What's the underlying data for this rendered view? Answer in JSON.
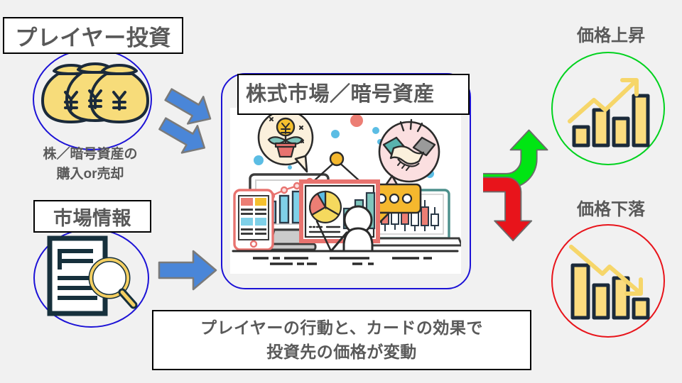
{
  "diagram": {
    "title_boxes": {
      "player_investment": "プレイヤー投資",
      "market_information": "市場情報",
      "central_market": "株式市場／暗号資産"
    },
    "labels": {
      "buy_or_sell_line1": "株／暗号資産の",
      "buy_or_sell_line2_pre": "購入",
      "buy_or_sell_line2_em": "or",
      "buy_or_sell_line2_post": "売却",
      "price_up": "価格上昇",
      "price_down": "価格下落"
    },
    "caption": {
      "line1": "プレイヤーの行動と、カードの効果で",
      "line2": "投資先の価格が変動"
    },
    "icons": {
      "money_bags": "money-bag-icon",
      "document_search": "document-magnifier-icon",
      "market_illustration": "stock-market-illustration",
      "chart_up": "bar-chart-rising-icon",
      "chart_down": "bar-chart-falling-icon",
      "arrow_double_blue": "double-blue-arrow-icon",
      "arrow_blue": "blue-arrow-icon",
      "arrow_green_up": "green-up-arrow-icon",
      "arrow_red_down": "red-down-arrow-icon"
    },
    "colors": {
      "background": "#f1f1f1",
      "box_border": "#000000",
      "text": "#595959",
      "circle_blue": "#1c12d6",
      "circle_green": "#00d21e",
      "circle_red": "#e8141b",
      "arrow_blue": "#4a86d8",
      "arrow_green": "#00e513",
      "arrow_red": "#e8141b",
      "bar_yellow": "#fbdc7f",
      "bar_outline": "#1b2a3a",
      "money_yellow": "#f7dc7a"
    },
    "chart_icons": {
      "rising": {
        "bars": [
          30,
          62,
          45,
          82
        ],
        "arrow": "up-right"
      },
      "falling": {
        "bars": [
          82,
          45,
          62,
          26
        ],
        "arrow": "down-right"
      }
    }
  }
}
